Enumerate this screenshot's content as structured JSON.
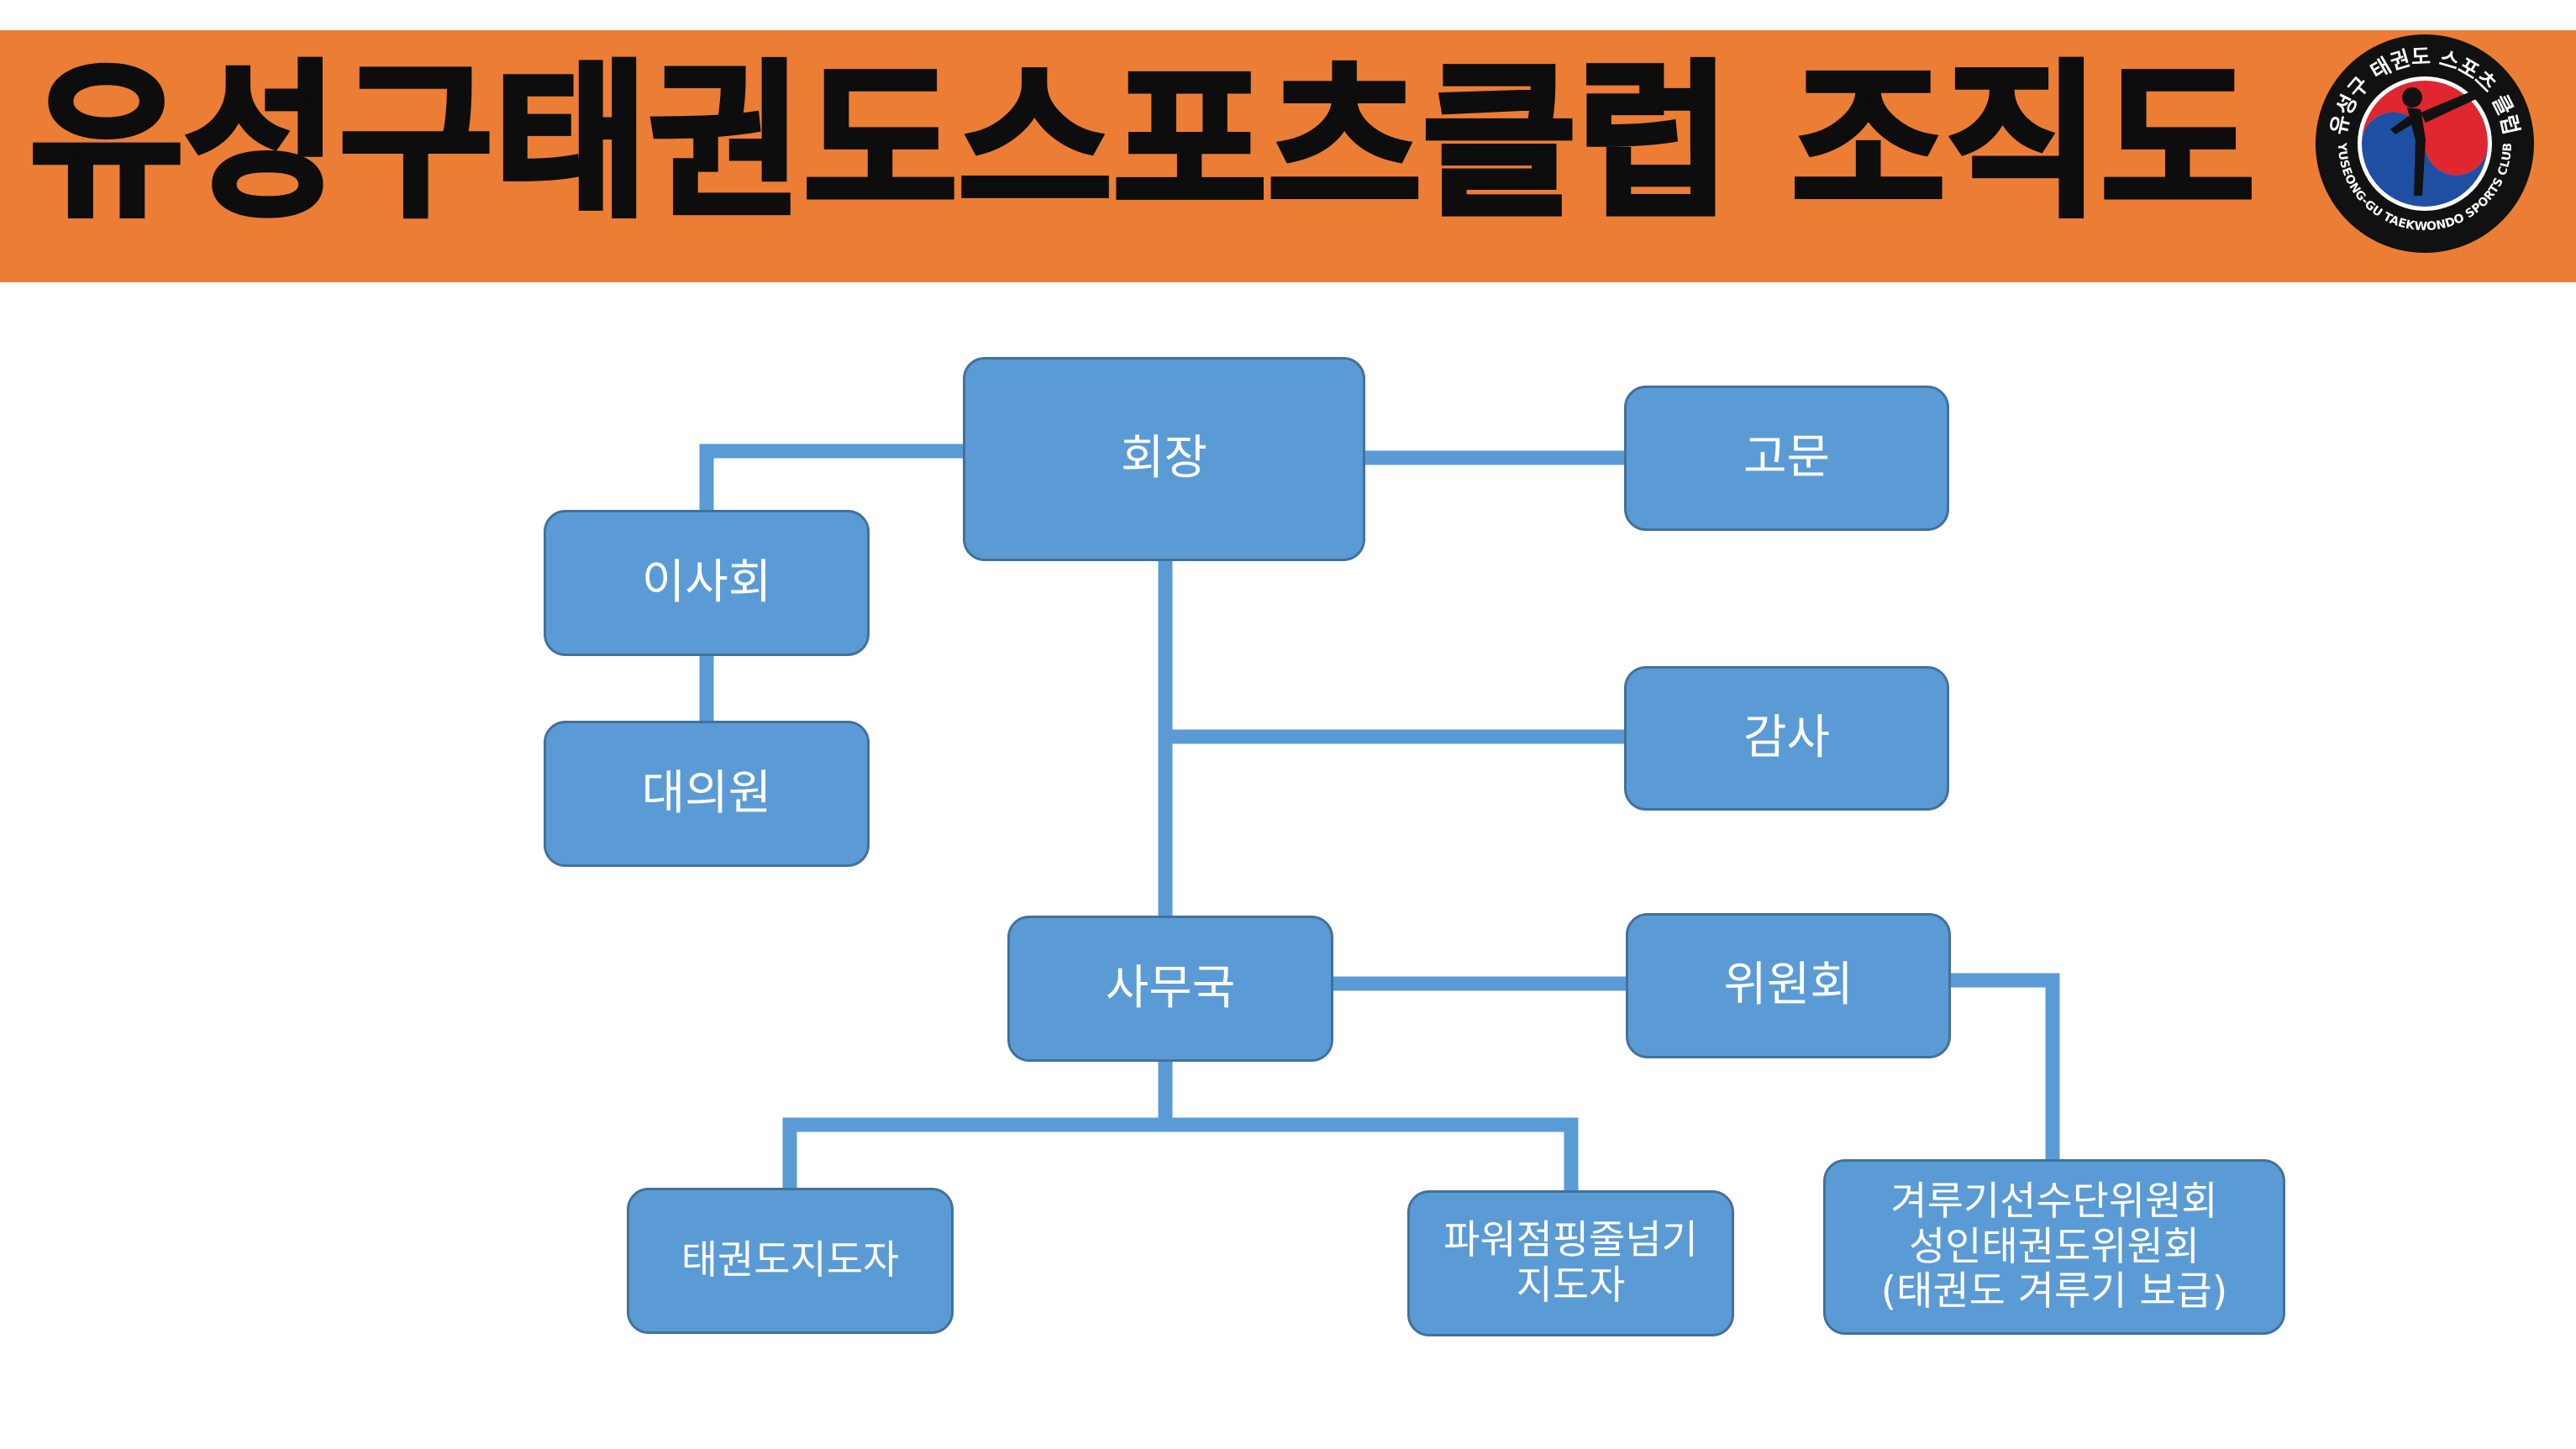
{
  "header": {
    "title": "유성구태권도스포츠클럽 조직도",
    "logo": {
      "ring_text": "유성구 태권도 스포츠 클럽",
      "ring_text_en": "YUSEONG-GU TAEKWONDO SPORTS CLUB",
      "icon": "taekwondo-kicker-icon"
    }
  },
  "colors": {
    "banner": "#ec7d35",
    "node_fill": "#5b9bd5",
    "node_border": "#41719c",
    "connector": "#5b9bd5",
    "title_text": "#0d0d0d"
  },
  "org": {
    "president": "회장",
    "advisor": "고문",
    "board": "이사회",
    "delegates": "대의원",
    "auditor": "감사",
    "secretariat": "사무국",
    "committee": "위원회",
    "tkd_instructor": "태권도지도자",
    "power_jump": {
      "line1": "파워점핑줄넘기",
      "line2": "지도자"
    },
    "sub_committee": {
      "line1": "겨루기선수단위원회",
      "line2": "성인태권도위원회",
      "line3": "(태권도 겨루기 보급)"
    }
  }
}
